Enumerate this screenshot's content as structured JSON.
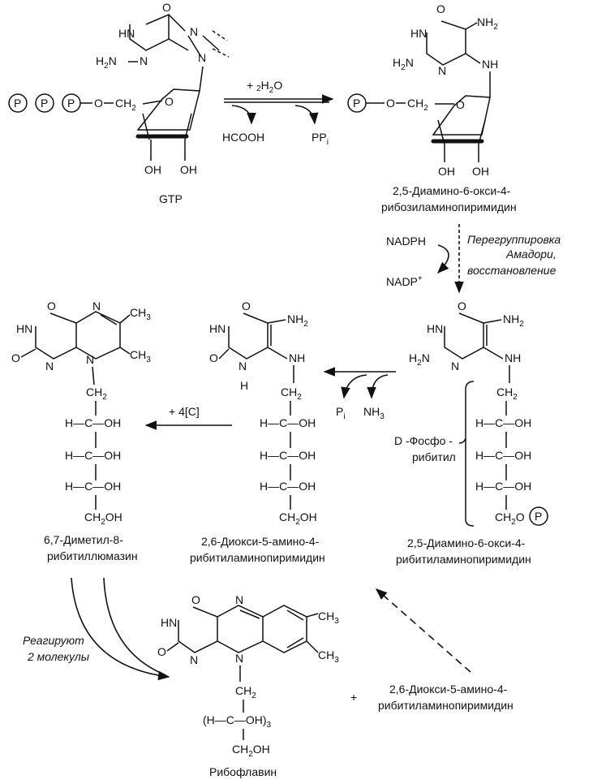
{
  "labels": {
    "gtp": "GTP",
    "compound_a_l1": "2,5-Диамино-6-окси-4-",
    "compound_a_l2": "рибозиламинопиримидин",
    "compound_b_l1": "2,5-Диамино-6-окси-4-",
    "compound_b_l2": "рибитиламинопиримидин",
    "compound_c_l1": "2,6-Диокси-5-амино-4-",
    "compound_c_l2": "рибитиламинопиримидин",
    "compound_d_l1": "6,7-Диметил-8-",
    "compound_d_l2": "рибитиллюмазин",
    "compound_e_l1": "2,6-Диокси-5-амино-4-",
    "compound_e_l2": "рибитиламинопиримидин",
    "riboflavin": "Рибофлавин",
    "plus": "+"
  },
  "reagents": {
    "water": "+ 2H2O",
    "water_prefix": "+ ",
    "water_coef": "2",
    "water_formula": "H",
    "water_sub": "2",
    "water_o": "O",
    "hcooh": "HCOOH",
    "ppi": "PP",
    "ppi_sub": "i",
    "nadph": "NADPH",
    "nadp": "NADP",
    "nadp_sup": "+",
    "pi": "P",
    "pi_sub": "i",
    "nh3": "NH",
    "nh3_sub": "3",
    "four_c": "+ 4[C]"
  },
  "annotations": {
    "amadori_l1": "Перегруппировка",
    "amadori_l2": "Амадори,",
    "amadori_l3": "восстановление",
    "phosphoribityl_l1": "D -Фосфо -",
    "phosphoribityl_l2": "рибитил",
    "two_molecules_l1": "Реагируют",
    "two_molecules_l2": "2 молекулы"
  },
  "atoms": {
    "O": "O",
    "N": "N",
    "NH": "NH",
    "HN": "HN",
    "H2N": "H",
    "NH2": "NH",
    "H": "H",
    "P": "P",
    "OH": "OH",
    "CH2": "CH",
    "CH3": "CH",
    "CH2OH": "CH",
    "HC": "H",
    "sub2": "2",
    "sub3": "3",
    "O_dash": "—O—",
    "ribityl_paren": "(H—C—OH)",
    "ribityl_sub": "3"
  }
}
